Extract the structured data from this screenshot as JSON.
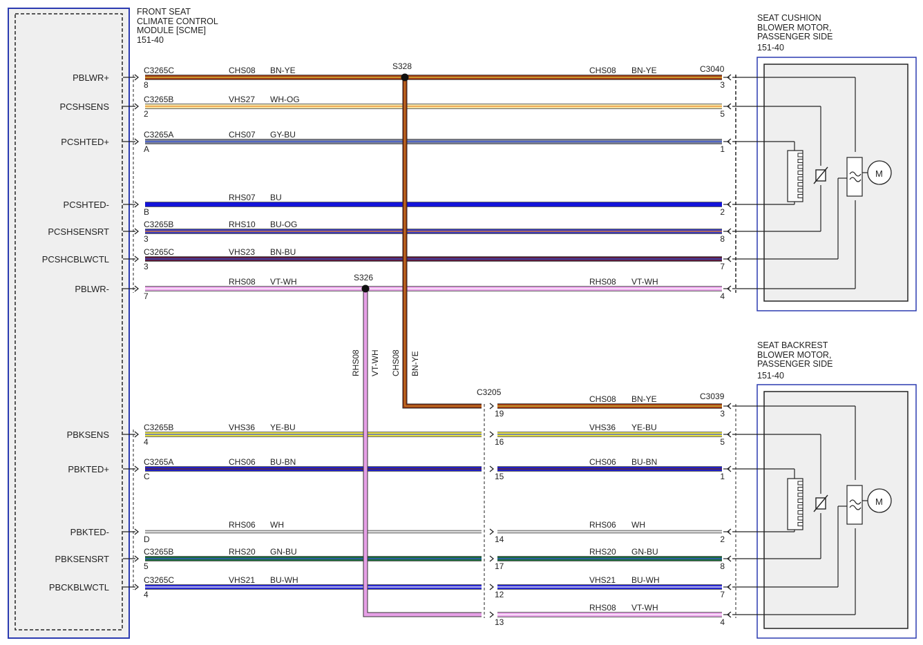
{
  "colors": {
    "BN-YE": "#9a3a12",
    "WH-OG": "#f2e4a8",
    "GY-BU": "#7a8096",
    "BU": "#1414d8",
    "BU-OG": "#3a3ab8",
    "BN-BU": "#5a1a3a",
    "VT-WH": "#e6a0e6",
    "YE-BU": "#e8e040",
    "BU-BN": "#2020c8",
    "WH": "#dcdcdc",
    "GN-BU": "#1a6a3a",
    "BU-WH": "#2a2ad0",
    "module_border": "#2a3ab0",
    "component_fill": "#eeeeee"
  },
  "module": {
    "title_lines": [
      "FRONT SEAT",
      "CLIMATE CONTROL",
      "MODULE [SCME]"
    ],
    "ref": "151-40",
    "pins": [
      "PBLWR+",
      "PCSHSENS",
      "PCSHTED+",
      "PCSHTED-",
      "PCSHSENSRT",
      "PCSHCBLWCTL",
      "PBLWR-",
      "PBKSENS",
      "PBKTED+",
      "PBKTED-",
      "PBKSENSRT",
      "PBCKBLWCTL"
    ]
  },
  "cushion": {
    "title_lines": [
      "SEAT CUSHION",
      "BLOWER MOTOR,",
      "PASSENGER SIDE"
    ],
    "ref": "151-40",
    "connector": "C3040",
    "motor": "M"
  },
  "backrest": {
    "title_lines": [
      "SEAT BACKREST",
      "BLOWER MOTOR,",
      "PASSENGER SIDE"
    ],
    "ref": "151-40",
    "connector": "C3039",
    "motor": "M"
  },
  "splices": {
    "s328": "S328",
    "s326": "S326"
  },
  "inline_connector": "C3205",
  "vertical_labels": {
    "rhs_circuit": "RHS08",
    "rhs_color": "VT-WH",
    "chs_circuit": "CHS08",
    "chs_color": "BN-YE"
  },
  "cushion_wires": [
    {
      "pin": "PBLWR+",
      "conn": "C3265C",
      "pin_no": "8",
      "circuit": "CHS08",
      "color": "BN-YE",
      "right_circuit": "CHS08",
      "right_color": "BN-YE",
      "right_pin": "3"
    },
    {
      "pin": "PCSHSENS",
      "conn": "C3265B",
      "pin_no": "2",
      "circuit": "VHS27",
      "color": "WH-OG",
      "right_pin": "5"
    },
    {
      "pin": "PCSHTED+",
      "conn": "C3265A",
      "pin_no": "A",
      "circuit": "CHS07",
      "color": "GY-BU",
      "right_pin": "1"
    },
    {
      "pin": "PCSHTED-",
      "conn": "",
      "pin_no": "B",
      "circuit": "RHS07",
      "color": "BU",
      "right_pin": "2"
    },
    {
      "pin": "PCSHSENSRT",
      "conn": "C3265B",
      "pin_no": "3",
      "circuit": "RHS10",
      "color": "BU-OG",
      "right_pin": "8"
    },
    {
      "pin": "PCSHCBLWCTL",
      "conn": "C3265C",
      "pin_no": "3",
      "circuit": "VHS23",
      "color": "BN-BU",
      "right_pin": "7"
    },
    {
      "pin": "PBLWR-",
      "conn": "",
      "pin_no": "7",
      "circuit": "RHS08",
      "color": "VT-WH",
      "right_circuit": "RHS08",
      "right_color": "VT-WH",
      "right_pin": "4"
    }
  ],
  "backrest_wires": [
    {
      "pin": "",
      "conn": "",
      "pin_no": "",
      "circuit": "",
      "color": "BN-YE",
      "mid_pin": "19",
      "right_circuit": "CHS08",
      "right_color": "BN-YE",
      "right_pin": "3"
    },
    {
      "pin": "PBKSENS",
      "conn": "C3265B",
      "pin_no": "4",
      "circuit": "VHS36",
      "color": "YE-BU",
      "mid_pin": "16",
      "right_circuit": "VHS36",
      "right_color": "YE-BU",
      "right_pin": "5"
    },
    {
      "pin": "PBKTED+",
      "conn": "C3265A",
      "pin_no": "C",
      "circuit": "CHS06",
      "color": "BU-BN",
      "mid_pin": "15",
      "right_circuit": "CHS06",
      "right_color": "BU-BN",
      "right_pin": "1"
    },
    {
      "pin": "PBKTED-",
      "conn": "",
      "pin_no": "D",
      "circuit": "RHS06",
      "color": "WH",
      "mid_pin": "14",
      "right_circuit": "RHS06",
      "right_color": "WH",
      "right_pin": "2"
    },
    {
      "pin": "PBKSENSRT",
      "conn": "C3265B",
      "pin_no": "5",
      "circuit": "RHS20",
      "color": "GN-BU",
      "mid_pin": "17",
      "right_circuit": "RHS20",
      "right_color": "GN-BU",
      "right_pin": "8"
    },
    {
      "pin": "PBCKBLWCTL",
      "conn": "C3265C",
      "pin_no": "4",
      "circuit": "VHS21",
      "color": "BU-WH",
      "mid_pin": "12",
      "right_circuit": "VHS21",
      "right_color": "BU-WH",
      "right_pin": "7"
    },
    {
      "pin": "",
      "conn": "",
      "pin_no": "",
      "circuit": "",
      "color": "VT-WH",
      "mid_pin": "13",
      "right_circuit": "RHS08",
      "right_color": "VT-WH",
      "right_pin": "4"
    }
  ]
}
